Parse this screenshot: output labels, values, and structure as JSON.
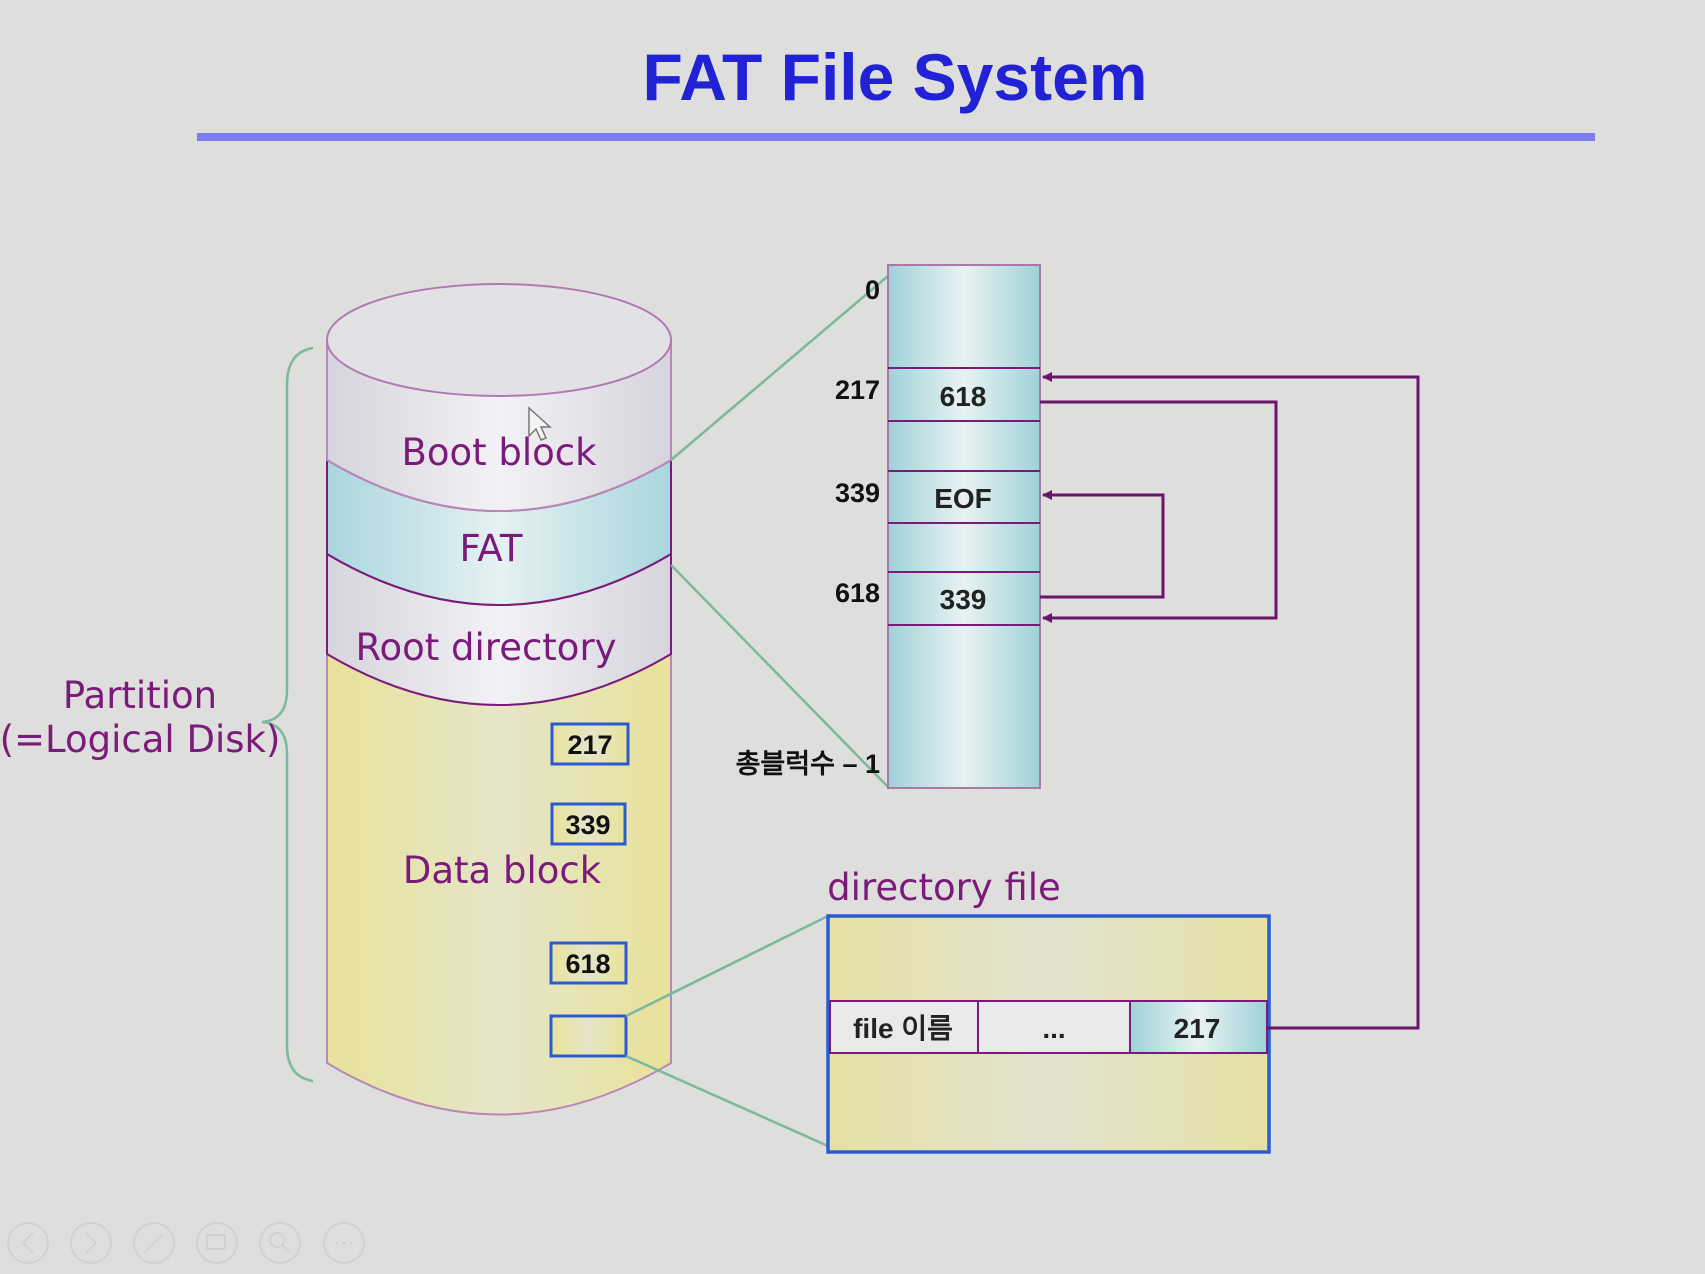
{
  "slide": {
    "title": "FAT File System",
    "partition_label_line1": "Partition",
    "partition_label_line2": "(=Logical Disk)",
    "disk_sections": {
      "boot": "Boot block",
      "fat": "FAT",
      "root": "Root directory",
      "data": "Data block"
    },
    "data_blocks": [
      "217",
      "339",
      "618"
    ],
    "fat_table": {
      "index_labels": [
        "0",
        "217",
        "339",
        "618",
        "총블럭수 – 1"
      ],
      "entries": [
        "618",
        "EOF",
        "339"
      ]
    },
    "directory_file": {
      "label": "directory file",
      "name_cell": "file 이름",
      "mid_cell": "...",
      "first_block_cell": "217"
    },
    "toolbar_icons": [
      "prev-icon",
      "next-icon",
      "pen-icon",
      "slides-icon",
      "zoom-icon",
      "more-icon"
    ]
  },
  "colors": {
    "title": "#2121d6",
    "label": "#7a1a7a",
    "fat_band": "#bfe0e4",
    "data_band": "#ece7a8",
    "arrow": "#6a146a",
    "connector": "#7ab9a0",
    "box_border": "#2a5bd1"
  }
}
